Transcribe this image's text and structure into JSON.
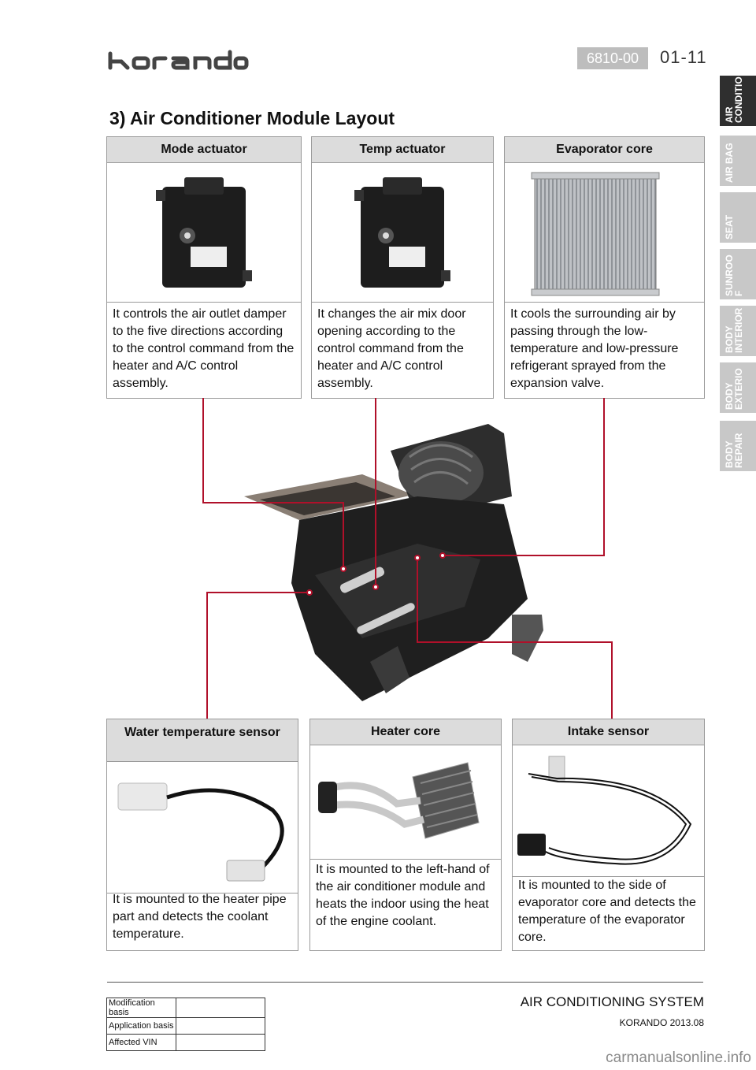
{
  "header": {
    "section_code": "6810-00",
    "page_number": "01-11"
  },
  "page_title": "3) Air Conditioner Module Layout",
  "side_tabs": [
    {
      "label": "AIR\nCONDITIO",
      "active": true
    },
    {
      "label": "AIR BAG",
      "active": false
    },
    {
      "label": "SEAT",
      "active": false
    },
    {
      "label": "SUNROO\nF",
      "active": false
    },
    {
      "label": "BODY\nINTERIOR",
      "active": false
    },
    {
      "label": "BODY\nEXTERIO",
      "active": false
    },
    {
      "label": "BODY\nREPAIR",
      "active": false
    }
  ],
  "components": {
    "mode_actuator": {
      "title": "Mode actuator",
      "description": "It controls the air outlet damper to the five directions according to the control command from the heater and A/C control assembly."
    },
    "temp_actuator": {
      "title": "Temp actuator",
      "description": "It changes the air mix door opening according to the control command from the heater and A/C control assembly."
    },
    "evaporator_core": {
      "title": "Evaporator core",
      "description": "It cools the surrounding air by passing through the low-temperature and low-pressure refrigerant sprayed from the expansion valve."
    },
    "water_temp_sensor": {
      "title": "Water temperature sensor",
      "description": "It is mounted to the heater pipe part and detects the coolant temperature."
    },
    "heater_core": {
      "title": "Heater core",
      "description": "It is mounted to the left-hand of the air conditioner module and heats the indoor using the heat of the engine coolant."
    },
    "intake_sensor": {
      "title": "Intake sensor",
      "description": "It is mounted to the side of evaporator core and detects the temperature of the evaporator core."
    }
  },
  "footer": {
    "rows": [
      {
        "label": "Modification basis",
        "value": ""
      },
      {
        "label": "Application basis",
        "value": ""
      },
      {
        "label": "Affected VIN",
        "value": ""
      }
    ],
    "system_name": "AIR CONDITIONING SYSTEM",
    "model_version": "KORANDO 2013.08",
    "watermark": "carmanualsonline.info"
  },
  "colors": {
    "callout_line": "#b0102a",
    "header_fill": "#dcdcdc",
    "tab_inactive": "#c8c8c8",
    "tab_active": "#2f2f2f"
  }
}
